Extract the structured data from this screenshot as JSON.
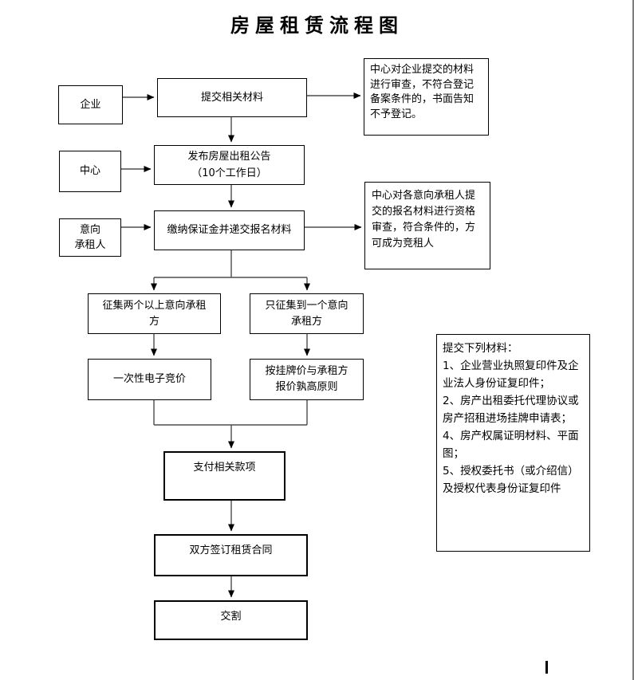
{
  "page": {
    "title": "房屋租赁流程图"
  },
  "nodes": {
    "enterprise": "企业",
    "center": "中心",
    "intended_tenant": "意向\n承租人",
    "submit_materials": "提交相关材料",
    "publish_notice": "发布房屋出租公告\n（10个工作日）",
    "pay_deposit": "缴纳保证金并递交报名材料",
    "two_or_more_tenants": "征集两个以上意向承租\n方",
    "only_one_tenant": "只征集到一个意向\n承租方",
    "electronic_bidding": "一次性电子竞价",
    "higher_price_rule": "按挂牌价与承租方\n报价孰高原则",
    "pay_related_fees": "支付相关款项",
    "sign_lease_contract": "双方签订租赁合同",
    "handover": "交割"
  },
  "notes": {
    "review_note": "中心对企业提交的材料进行审查，不符合登记备案条件的，书面告知不予登记。",
    "qualification_note": "中心对各意向承租人提交的报名材料进行资格审查，符合条件的，方可成为竞租人",
    "materials_note": "提交下列材料：\n1、企业营业执照复印件及企业法人身份证复印件；\n2、房产出租委托代理协议或房产招租进场挂牌申请表；\n4、房产权属证明材料、平面图；\n5、授权委托书（或介绍信）及授权代表身份证复印件"
  },
  "colors": {
    "line": "#4d4d4d",
    "arrowhead": "#000000",
    "border": "#000000",
    "page_edge": "#7d7d7d"
  }
}
